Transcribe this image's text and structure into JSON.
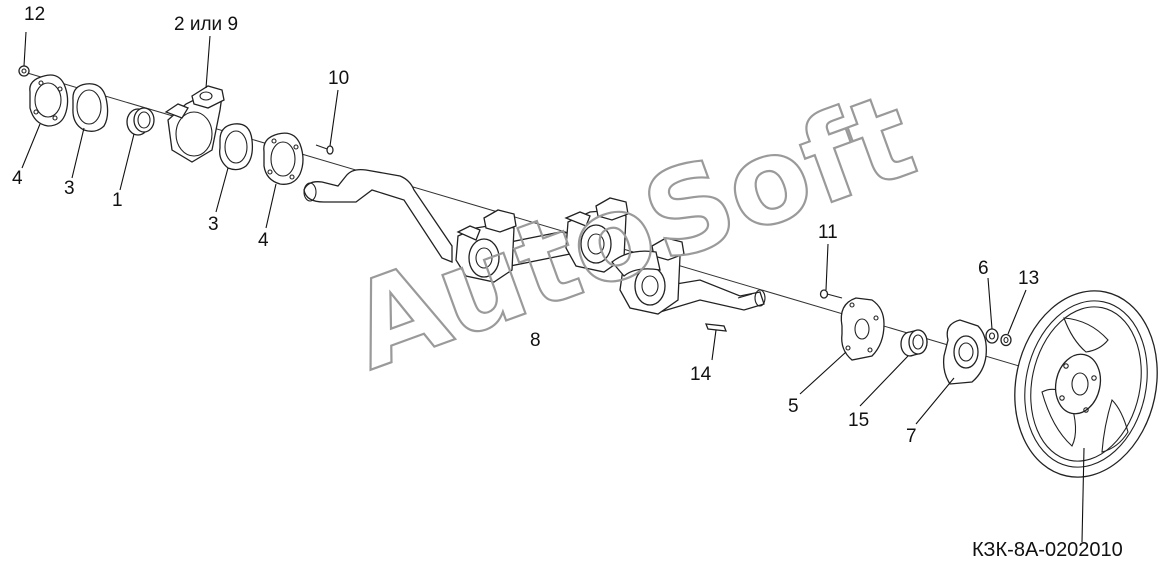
{
  "diagram": {
    "code": "КЗК-8А-0202010",
    "watermark": "AutoSoft",
    "callouts": {
      "n12": "12",
      "n2or9": "2 или 9",
      "n10": "10",
      "n4a": "4",
      "n3a": "3",
      "n1": "1",
      "n3b": "3",
      "n4b": "4",
      "n11": "11",
      "n6": "6",
      "n13": "13",
      "n8": "8",
      "n14": "14",
      "n5": "5",
      "n15": "15",
      "n7": "7"
    }
  }
}
